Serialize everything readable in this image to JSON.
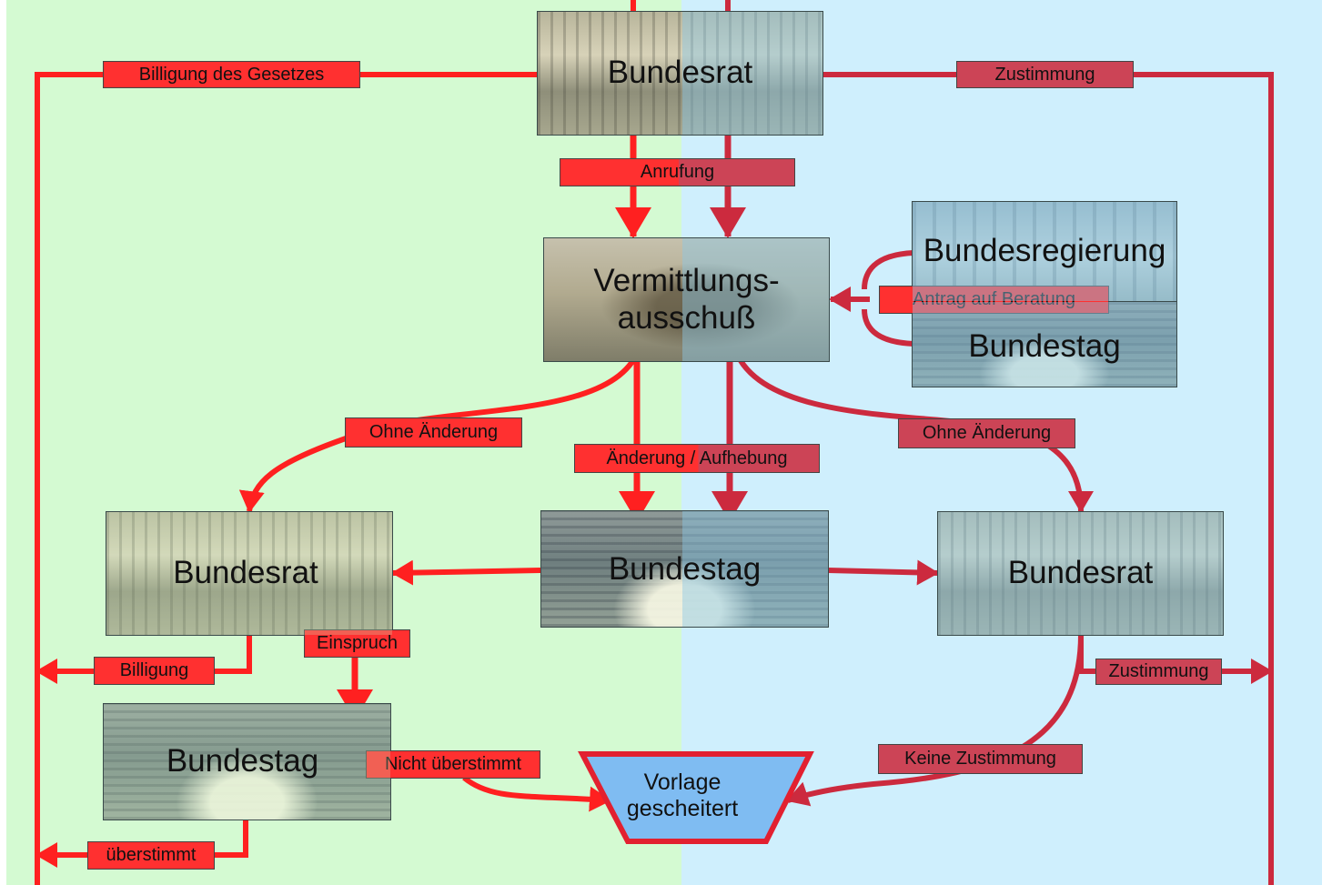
{
  "boxes": {
    "bundesrat_top": "Bundesrat",
    "vermittlung_line1": "Vermittlungs-",
    "vermittlung_line2": "ausschuß",
    "bundesregierung": "Bundesregierung",
    "bundestag_right": "Bundestag",
    "bundesrat_left": "Bundesrat",
    "bundestag_center": "Bundestag",
    "bundesrat_right": "Bundesrat",
    "bundestag_left": "Bundestag",
    "vorlage_line1": "Vorlage",
    "vorlage_line2": "gescheitert"
  },
  "labels": {
    "billigung_gesetz": "Billigung des Gesetzes",
    "zustimmung_top": "Zustimmung",
    "anrufung": "Anrufung",
    "antrag": "Antrag auf Beratung",
    "ohne_aenderung_left": "Ohne Änderung",
    "ohne_aenderung_right": "Ohne Änderung",
    "aenderung": "Änderung / Aufhebung",
    "einspruch": "Einspruch",
    "billigung": "Billigung",
    "zustimmung_mid": "Zustimmung",
    "nicht_ueberstimmt": "Nicht überstimmt",
    "keine_zustimmung": "Keine Zustimmung",
    "ueberstimmt": "überstimmt"
  },
  "colors": {
    "left_background": "#d4fad2",
    "right_background": "#cfeffd",
    "arrow_red": "#ff2020",
    "arrow_rose": "#cc2a3e",
    "label_red": "#ff3030",
    "label_rose": "#cc4456",
    "fail_fill": "#7fbcf2"
  }
}
